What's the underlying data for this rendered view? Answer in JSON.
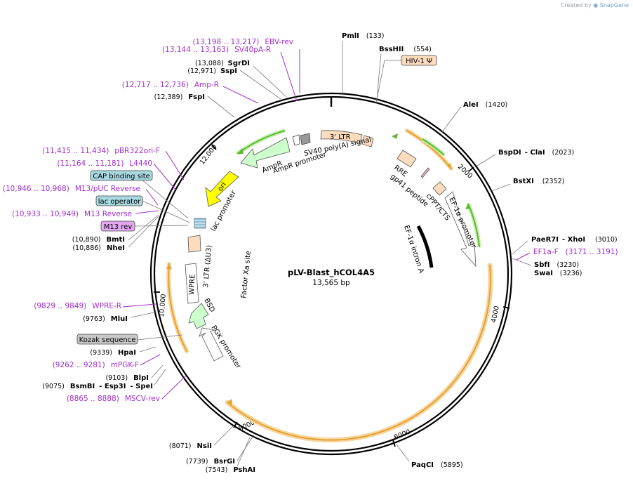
{
  "watermark": {
    "prefix": "Created by",
    "brand": "SnapGene"
  },
  "plasmid": {
    "name": "pLV-Blast_hCOL4A5",
    "length": "13,565 bp"
  },
  "ticks": [
    "2000",
    "4000",
    "6000",
    "8000",
    "10,000",
    "12,000"
  ],
  "enzymes_right": [
    {
      "name": "PmlI",
      "pos": "(133)"
    },
    {
      "name": "BssHII",
      "pos": "(554)"
    },
    {
      "name": "AleI",
      "pos": "(1420)"
    },
    {
      "name": "BspDI",
      "sep": "- ClaI",
      "pos": "(2023)"
    },
    {
      "name": "BstXI",
      "pos": "(2352)"
    },
    {
      "name": "PaeR7I",
      "sep": "- XhoI",
      "pos": "(3010)"
    },
    {
      "name": "SbfI",
      "pos": "(3230)"
    },
    {
      "name": "SwaI",
      "pos": "(3236)"
    },
    {
      "name": "PaqCI",
      "pos": "(5895)"
    }
  ],
  "enzymes_left": [
    {
      "name": "SgrDI",
      "pos": "(13,088)"
    },
    {
      "name": "SspI",
      "pos": "(12,971)"
    },
    {
      "name": "FspI",
      "pos": "(12,389)"
    },
    {
      "name": "BmtI",
      "pos": "(10,890)"
    },
    {
      "name": "NheI",
      "pos": "(10,886)"
    },
    {
      "name": "MluI",
      "pos": "(9763)"
    },
    {
      "name": "HpaI",
      "pos": "(9339)"
    },
    {
      "name": "BlpI",
      "pos": "(9103)"
    },
    {
      "name": "BsmBI",
      "sep1": "- Esp3I",
      "sep2": "- SpeI",
      "pos": "(9075)"
    },
    {
      "name": "NsiI",
      "pos": "(8071)"
    },
    {
      "name": "BsrGI",
      "pos": "(7739)"
    },
    {
      "name": "PshAI",
      "pos": "(7543)"
    }
  ],
  "primers": [
    {
      "range": "(13,198 .. 13,217)",
      "name": "EBV-rev"
    },
    {
      "range": "(13,144 .. 13,163)",
      "name": "SV40pA-R"
    },
    {
      "range": "(12,717 .. 12,736)",
      "name": "Amp-R"
    },
    {
      "range": "(11,415 .. 11,434)",
      "name": "pBR322ori-F"
    },
    {
      "range": "(11,164 .. 11,181)",
      "name": "L4440"
    },
    {
      "range": "(10,946 .. 10,968)",
      "name": "M13/pUC Reverse"
    },
    {
      "range": "(10,933 .. 10,949)",
      "name": "M13 Reverse"
    },
    {
      "range": "(9829 .. 9849)",
      "name": "WPRE-R"
    },
    {
      "range": "(9262 .. 9281)",
      "name": "mPGK-F"
    },
    {
      "range": "(8865 .. 8888)",
      "name": "MSCV-rev"
    },
    {
      "range": "(3171 .. 3191)",
      "name": "EF1a-F"
    }
  ],
  "boxed_features": [
    {
      "label": "HIV-1 Ψ",
      "color": "#fcdcbc"
    },
    {
      "label": "CAP binding site",
      "color": "#a8d8e0"
    },
    {
      "label": "lac operator",
      "color": "#a8d8e0"
    },
    {
      "label": "M13 rev",
      "color": "#e3a8f0"
    },
    {
      "label": "Kozak sequence",
      "color": "#c8c8c8"
    }
  ],
  "features": {
    "ltr3": "3' LTR",
    "sv40": "SV40 poly(A) signal",
    "ampr": "AmpR",
    "ampr_prom": "AmpR promoter",
    "ori": "ori",
    "lac_prom": "lac promoter",
    "ltr_du3": "3' LTR (ΔU3)",
    "factorxa": "Factor Xa site",
    "wpre": "WPRE",
    "bsd": "BSD",
    "pgk": "PGK promoter",
    "rre": "RRE",
    "gp41": "gp41 peptide",
    "cppt": "cPPT/CTS",
    "ef1a_prom": "EF-1α promoter",
    "ef1a_intron": "EF-1α intron A"
  },
  "colors": {
    "primer": "#a12ed0",
    "orf_orange": "#e8a030",
    "orf_green": "#5cb830",
    "ampr": "#ccffcc",
    "ori": "#ffff00",
    "ltr": "#fcdcbc",
    "promoter": "#ffffff"
  }
}
